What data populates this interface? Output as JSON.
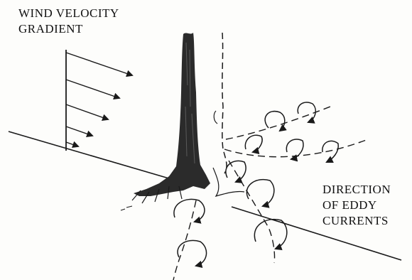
{
  "labels": {
    "wind_velocity_gradient": [
      "WIND VELOCITY",
      "GRADIENT"
    ],
    "direction_of_eddy_currents": [
      "DIRECTION",
      "OF EDDY",
      "CURRENTS"
    ]
  },
  "colors": {
    "ink": "#1a1a1a",
    "trunk_dark": "#2b2b2b",
    "background": "#fdfdfb"
  },
  "icons": [
    "wind-arrow-icon",
    "eddy-swirl-icon"
  ]
}
